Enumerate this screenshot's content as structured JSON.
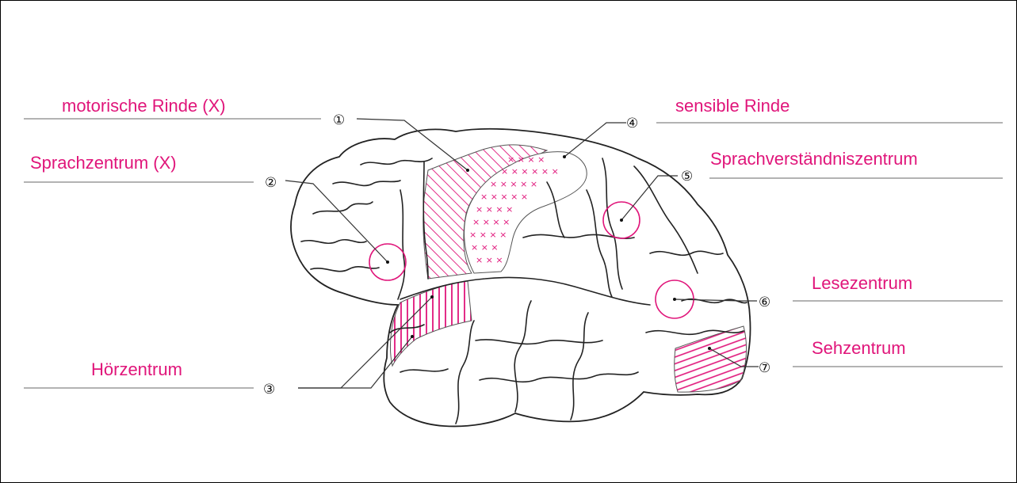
{
  "labels": {
    "motorische_rinde": "motorische Rinde (X)",
    "sprachzentrum": "Sprachzentrum (X)",
    "hoerzentrum": "Hörzentrum",
    "sensible_rinde": "sensible Rinde",
    "sprachverstaendniszentrum": "Sprachverständniszentrum",
    "lesezentrum": "Lesezentrum",
    "sehzentrum": "Sehzentrum"
  },
  "markers": {
    "m1": "①",
    "m2": "②",
    "m3": "③",
    "m4": "④",
    "m5": "⑤",
    "m6": "⑥",
    "m7": "⑦"
  },
  "colors": {
    "accent": "#e0157a",
    "line": "#9a9a9a",
    "outline": "#222222"
  }
}
